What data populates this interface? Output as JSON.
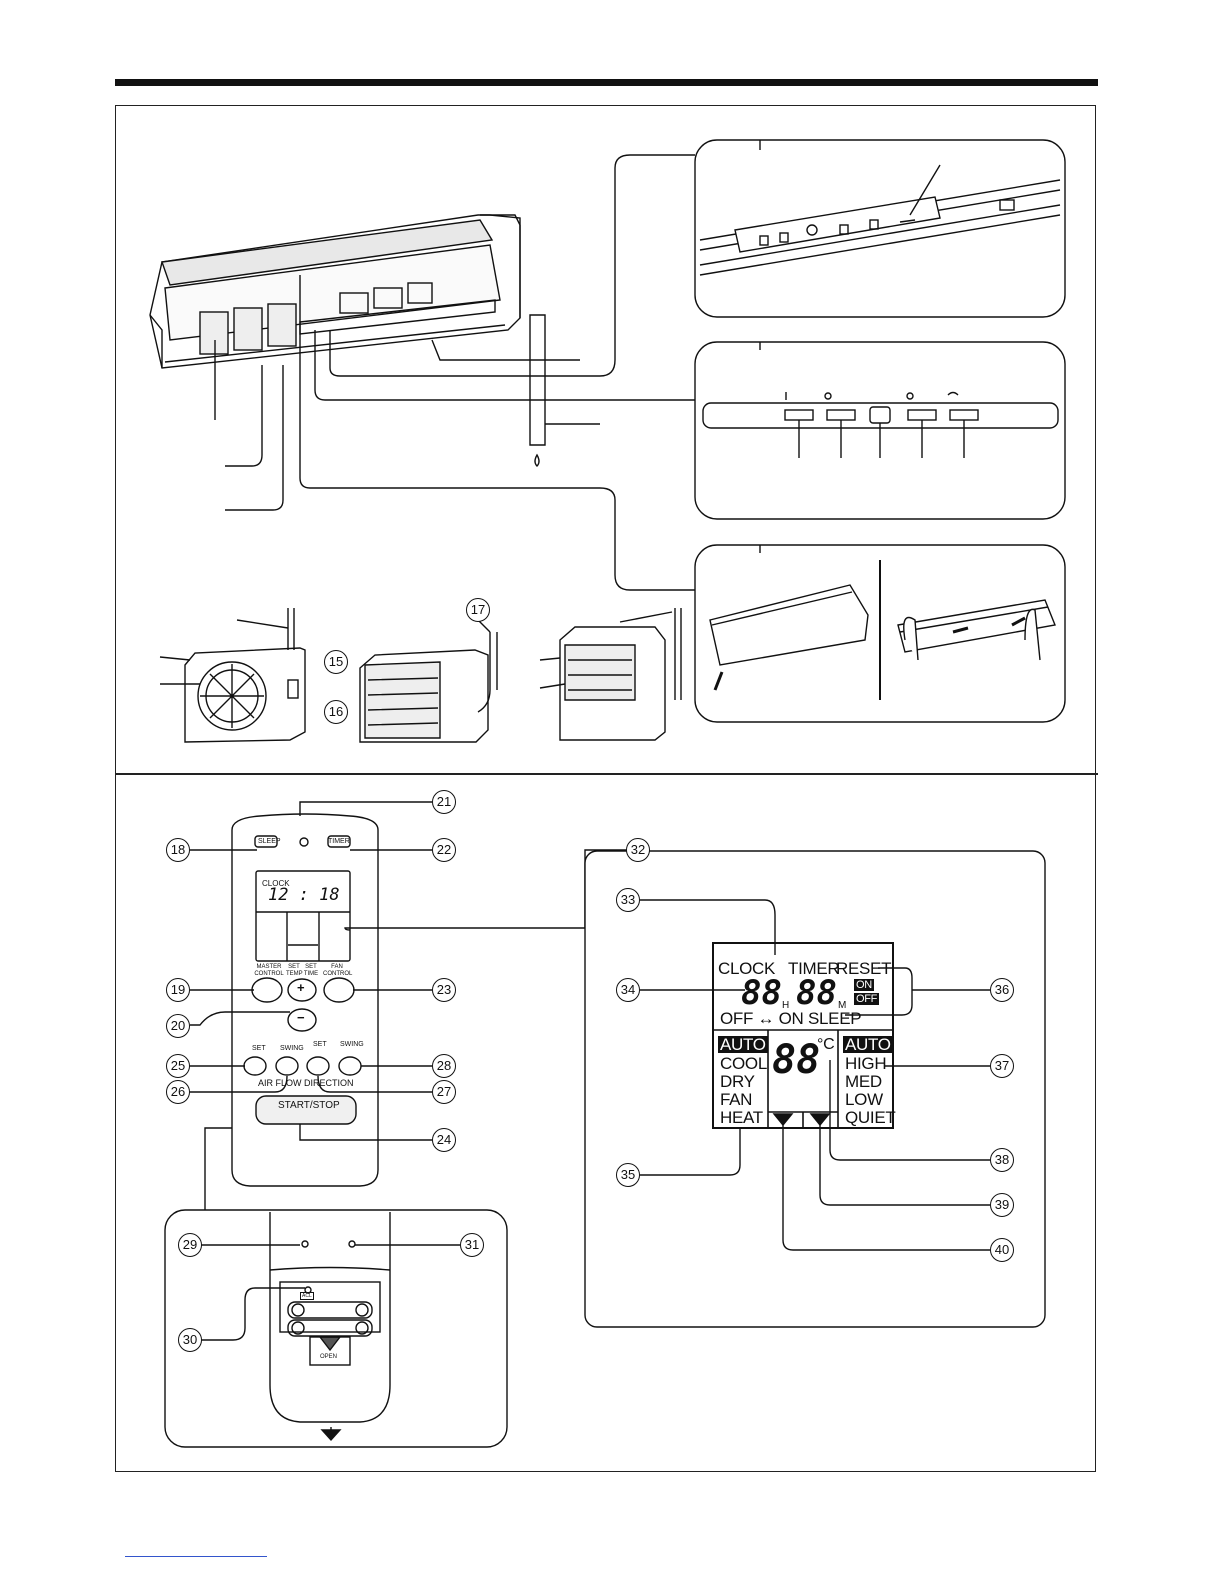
{
  "callouts": {
    "c15": "15",
    "c16": "16",
    "c17": "17",
    "c18": "18",
    "c19": "19",
    "c20": "20",
    "c21": "21",
    "c22": "22",
    "c23": "23",
    "c24": "24",
    "c25": "25",
    "c26": "26",
    "c27": "27",
    "c28": "28",
    "c29": "29",
    "c30": "30",
    "c31": "31",
    "c32": "32",
    "c33": "33",
    "c34": "34",
    "c35": "35",
    "c36": "36",
    "c37": "37",
    "c38": "38",
    "c39": "39",
    "c40": "40"
  },
  "remote": {
    "sleep": "SLEEP",
    "timer": "TIMER",
    "clock_label": "CLOCK",
    "clock_time": "12 : 18",
    "master_control": "MASTER CONTROL",
    "set_temp": "SET TEMP",
    "set_time": "SET TIME",
    "fan_control": "FAN CONTROL",
    "plus": "+",
    "minus": "−",
    "set1": "SET",
    "swing1": "SWING",
    "set2": "SET",
    "swing2": "SWING",
    "air_flow_direction": "AIR FLOW DIRECTION",
    "start_stop": "START/STOP",
    "open": "OPEN",
    "acl": "ACL"
  },
  "lcd": {
    "clock": "CLOCK",
    "timer": "TIMER",
    "reset": "RESET",
    "hours": "88",
    "h": "H",
    "minutes": "88",
    "m": "M",
    "on": "ON",
    "off_box": "OFF",
    "off_on_sleep": "OFF ↔ ON SLEEP",
    "mode_auto": "AUTO",
    "mode_cool": "COOL",
    "mode_dry": "DRY",
    "mode_fan": "FAN",
    "mode_heat": "HEAT",
    "temp": "88",
    "deg": "°C",
    "fan_auto": "AUTO",
    "fan_high": "HIGH",
    "fan_med": "MED",
    "fan_low": "LOW",
    "fan_quiet": "QUIET"
  }
}
